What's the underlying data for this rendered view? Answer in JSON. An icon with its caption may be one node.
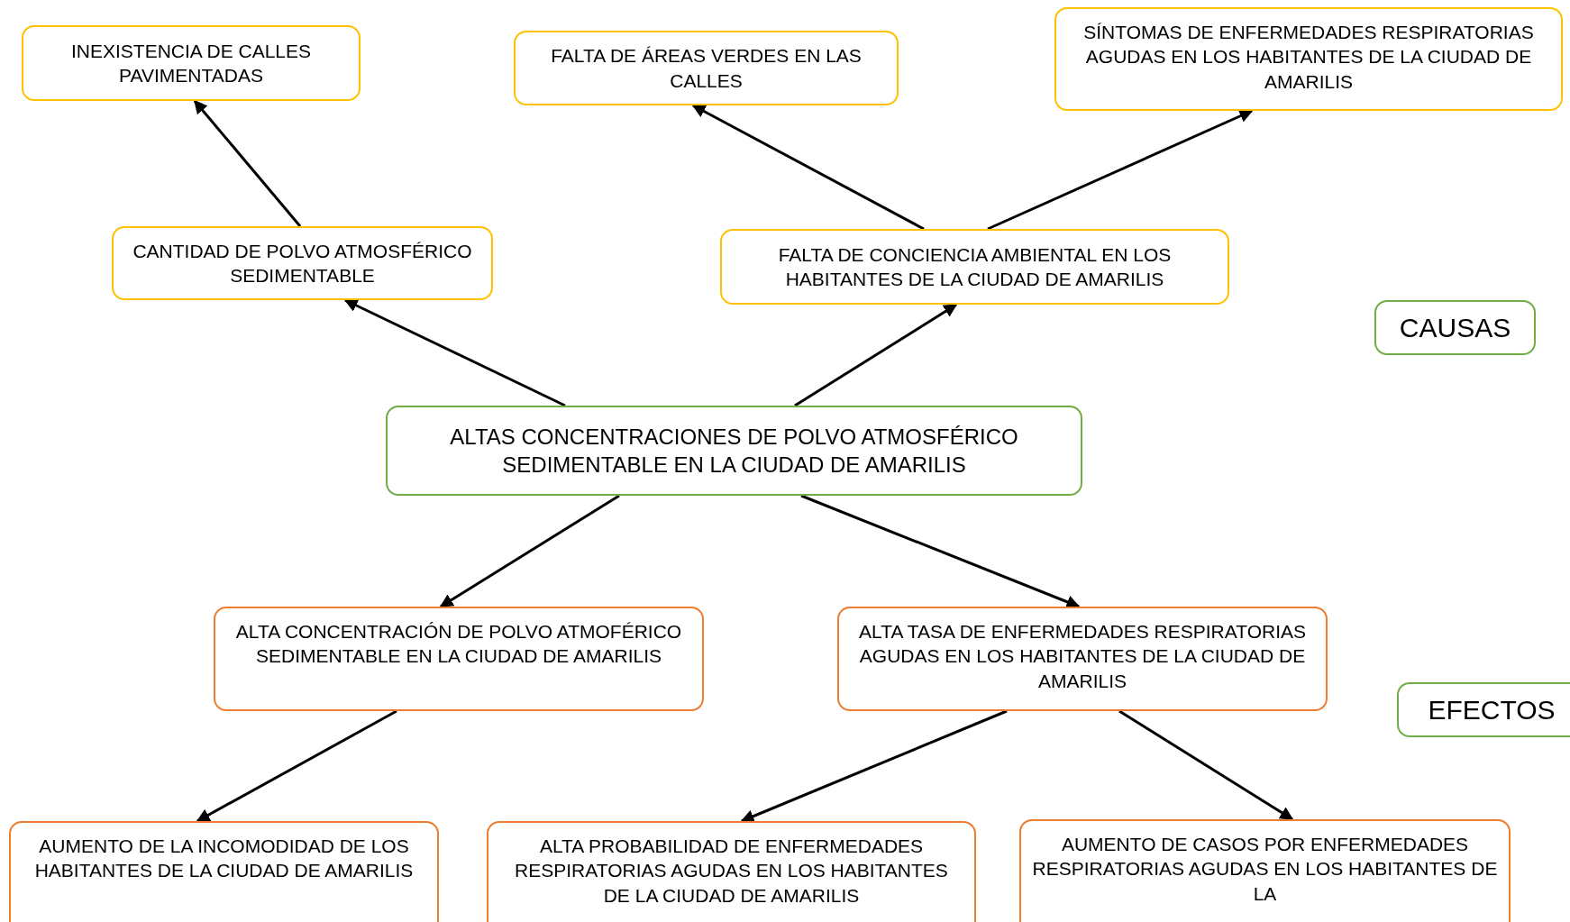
{
  "diagram": {
    "nodes": [
      {
        "text": [
          "INEXISTENCIA DE CALLES PAVIMENTADAS"
        ]
      },
      {
        "text": [
          "FALTA DE ÁREAS VERDES EN LAS CALLES"
        ]
      },
      {
        "text": [
          "SÍNTOMAS DE ENFERMEDADES RESPIRATORIAS AGUDAS EN LOS HABITANTES DE LA CIUDAD DE AMARILIS"
        ]
      },
      {
        "text": [
          "CANTIDAD DE POLVO ATMOSFÉRICO SEDIMENTABLE"
        ]
      },
      {
        "text": [
          "FALTA DE CONCIENCIA AMBIENTAL EN LOS HABITANTES DE LA CIUDAD DE AMARILIS"
        ]
      },
      {
        "text": [
          "CAUSAS"
        ]
      },
      {
        "text": [
          "ALTAS CONCENTRACIONES DE POLVO ATMOSFÉRICO SEDIMENTABLE EN LA CIUDAD DE AMARILIS"
        ]
      },
      {
        "text": [
          "ALTA CONCENTRACIÓN DE POLVO ATMOFÉRICO SEDIMENTABLE EN LA CIUDAD DE AMARILIS"
        ]
      },
      {
        "text": [
          "ALTA TASA DE ENFERMEDADES RESPIRATORIAS AGUDAS EN LOS HABITANTES DE LA CIUDAD DE AMARILIS"
        ]
      },
      {
        "text": [
          "EFECTOS"
        ]
      },
      {
        "text": [
          "AUMENTO DE LA INCOMODIDAD DE LOS HABITANTES DE LA CIUDAD DE AMARILIS"
        ]
      },
      {
        "text": [
          "ALTA PROBABILIDAD DE ENFERMEDADES RESPIRATORIAS AGUDAS EN LOS HABITANTES DE LA CIUDAD DE AMARILIS"
        ]
      },
      {
        "text": [
          "AUMENTO DE CASOS POR ENFERMEDADES RESPIRATORIAS AGUDAS EN LOS HABITANTES DE LA"
        ]
      }
    ],
    "edges": [
      {
        "from": 3,
        "to": 0,
        "arrow": "to"
      },
      {
        "from": 4,
        "to": 1,
        "arrow": "to"
      },
      {
        "from": 4,
        "to": 2,
        "arrow": "to"
      },
      {
        "from": 6,
        "to": 3,
        "arrow": "to"
      },
      {
        "from": 6,
        "to": 4,
        "arrow": "to"
      },
      {
        "from": 6,
        "to": 7,
        "arrow": "to"
      },
      {
        "from": 6,
        "to": 8,
        "arrow": "to"
      },
      {
        "from": 7,
        "to": 10,
        "arrow": "to"
      },
      {
        "from": 8,
        "to": 11,
        "arrow": "to"
      },
      {
        "from": 8,
        "to": 12,
        "arrow": "to"
      }
    ]
  }
}
